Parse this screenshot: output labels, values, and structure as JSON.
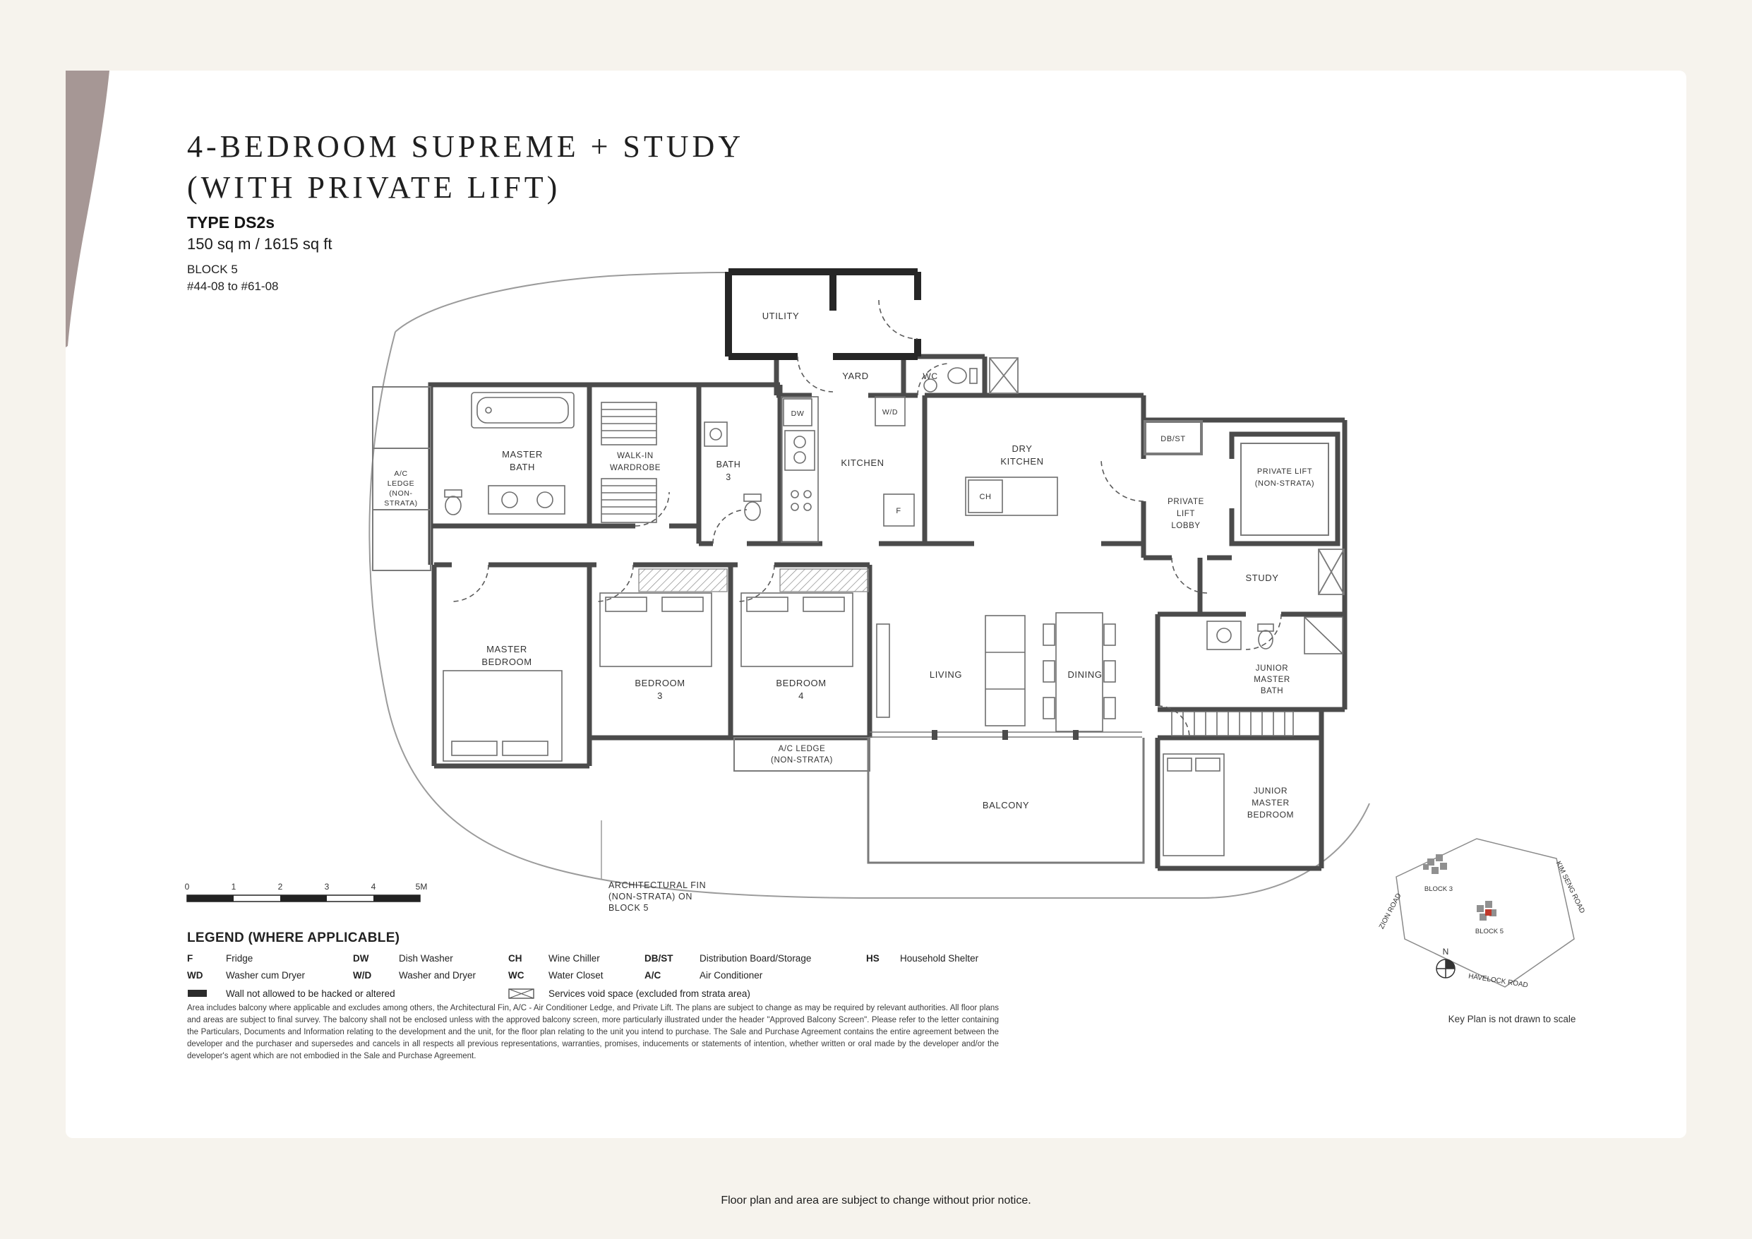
{
  "page": {
    "accent_shape_color": "#a69795",
    "wall_color": "#4b4b4b",
    "highlight_color": "#c0392b",
    "footer": "Floor plan and area are subject to change without prior notice."
  },
  "header": {
    "title_line1": "4-BEDROOM SUPREME + STUDY",
    "title_line2": "(WITH PRIVATE LIFT)",
    "type_label": "TYPE DS2s",
    "area_label": "150 sq m / 1615 sq ft",
    "block_label": "BLOCK 5",
    "unit_range": "#44-08 to #61-08"
  },
  "plan": {
    "labels": {
      "utility": [
        "UTILITY"
      ],
      "yard": [
        "YARD"
      ],
      "wc": [
        "WC"
      ],
      "dw": [
        "DW"
      ],
      "wd": [
        "W/D"
      ],
      "kitchen": [
        "KITCHEN"
      ],
      "dry_kitchen": [
        "DRY",
        "KITCHEN"
      ],
      "ch": [
        "CH"
      ],
      "fridge": [
        "F"
      ],
      "db_st": [
        "DB/ST"
      ],
      "private_lift": [
        "PRIVATE LIFT",
        "(NON-STRATA)"
      ],
      "private_lift_lobby": [
        "PRIVATE",
        "LIFT",
        "LOBBY"
      ],
      "master_bath": [
        "MASTER",
        "BATH"
      ],
      "walk_in_wardrobe": [
        "WALK-IN",
        "WARDROBE"
      ],
      "bath_3": [
        "BATH",
        "3"
      ],
      "ac_ledge_left": [
        "A/C",
        "LEDGE",
        "(NON-",
        "STRATA)"
      ],
      "study": [
        "STUDY"
      ],
      "master_bedroom": [
        "MASTER",
        "BEDROOM"
      ],
      "bedroom_3": [
        "BEDROOM",
        "3"
      ],
      "bedroom_4": [
        "BEDROOM",
        "4"
      ],
      "living": [
        "LIVING"
      ],
      "dining": [
        "DINING"
      ],
      "junior_master_bath": [
        "JUNIOR",
        "MASTER",
        "BATH"
      ],
      "ac_ledge_bottom": [
        "A/C LEDGE",
        "(NON-STRATA)"
      ],
      "balcony": [
        "BALCONY"
      ],
      "junior_master_bedroom": [
        "JUNIOR",
        "MASTER",
        "BEDROOM"
      ],
      "architectural_fin": [
        "ARCHITECTURAL FIN",
        "(NON-STRATA) ON",
        "BLOCK 5"
      ]
    },
    "scale_ticks": [
      "0",
      "1",
      "2",
      "3",
      "4",
      "5M"
    ]
  },
  "legend": {
    "title": "LEGEND (WHERE APPLICABLE)",
    "items": [
      {
        "abbr": "F",
        "desc": "Fridge"
      },
      {
        "abbr": "WD",
        "desc": "Washer cum Dryer"
      },
      {
        "abbr": "DW",
        "desc": "Dish Washer"
      },
      {
        "abbr": "W/D",
        "desc": "Washer and Dryer"
      },
      {
        "abbr": "CH",
        "desc": "Wine Chiller"
      },
      {
        "abbr": "WC",
        "desc": "Water Closet"
      },
      {
        "abbr": "DB/ST",
        "desc": "Distribution Board/Storage"
      },
      {
        "abbr": "A/C",
        "desc": "Air Conditioner"
      },
      {
        "abbr": "HS",
        "desc": "Household Shelter"
      }
    ],
    "wall_note": "Wall not allowed to be hacked or altered",
    "services_note": "Services void space (excluded from strata area)"
  },
  "disclaimer": "Area includes balcony where applicable and excludes among others, the Architectural Fin, A/C - Air Conditioner Ledge, and Private Lift. The plans are subject to change as may be required by relevant authorities. All floor plans and areas are subject to final survey. The balcony shall not be enclosed unless with the approved balcony screen, more particularly illustrated under the header \"Approved Balcony Screen\". Please refer to the letter containing the Particulars, Documents and Information relating to the development and the unit, for the floor plan relating to the unit you intend to purchase. The Sale and Purchase Agreement contains the entire agreement between the developer and the purchaser and supersedes and cancels in all respects all previous representations, warranties, promises, inducements or statements of intention, whether written or oral made by the developer and/or the developer's agent which are not embodied in the Sale and Purchase Agreement.",
  "key_plan": {
    "road_zion": "ZION ROAD",
    "road_kim_seng": "KIM SENG ROAD",
    "road_havelock": "HAVELOCK ROAD",
    "block_3": "BLOCK 3",
    "block_5": "BLOCK 5",
    "compass": "N",
    "note": "Key Plan is not drawn to scale"
  }
}
